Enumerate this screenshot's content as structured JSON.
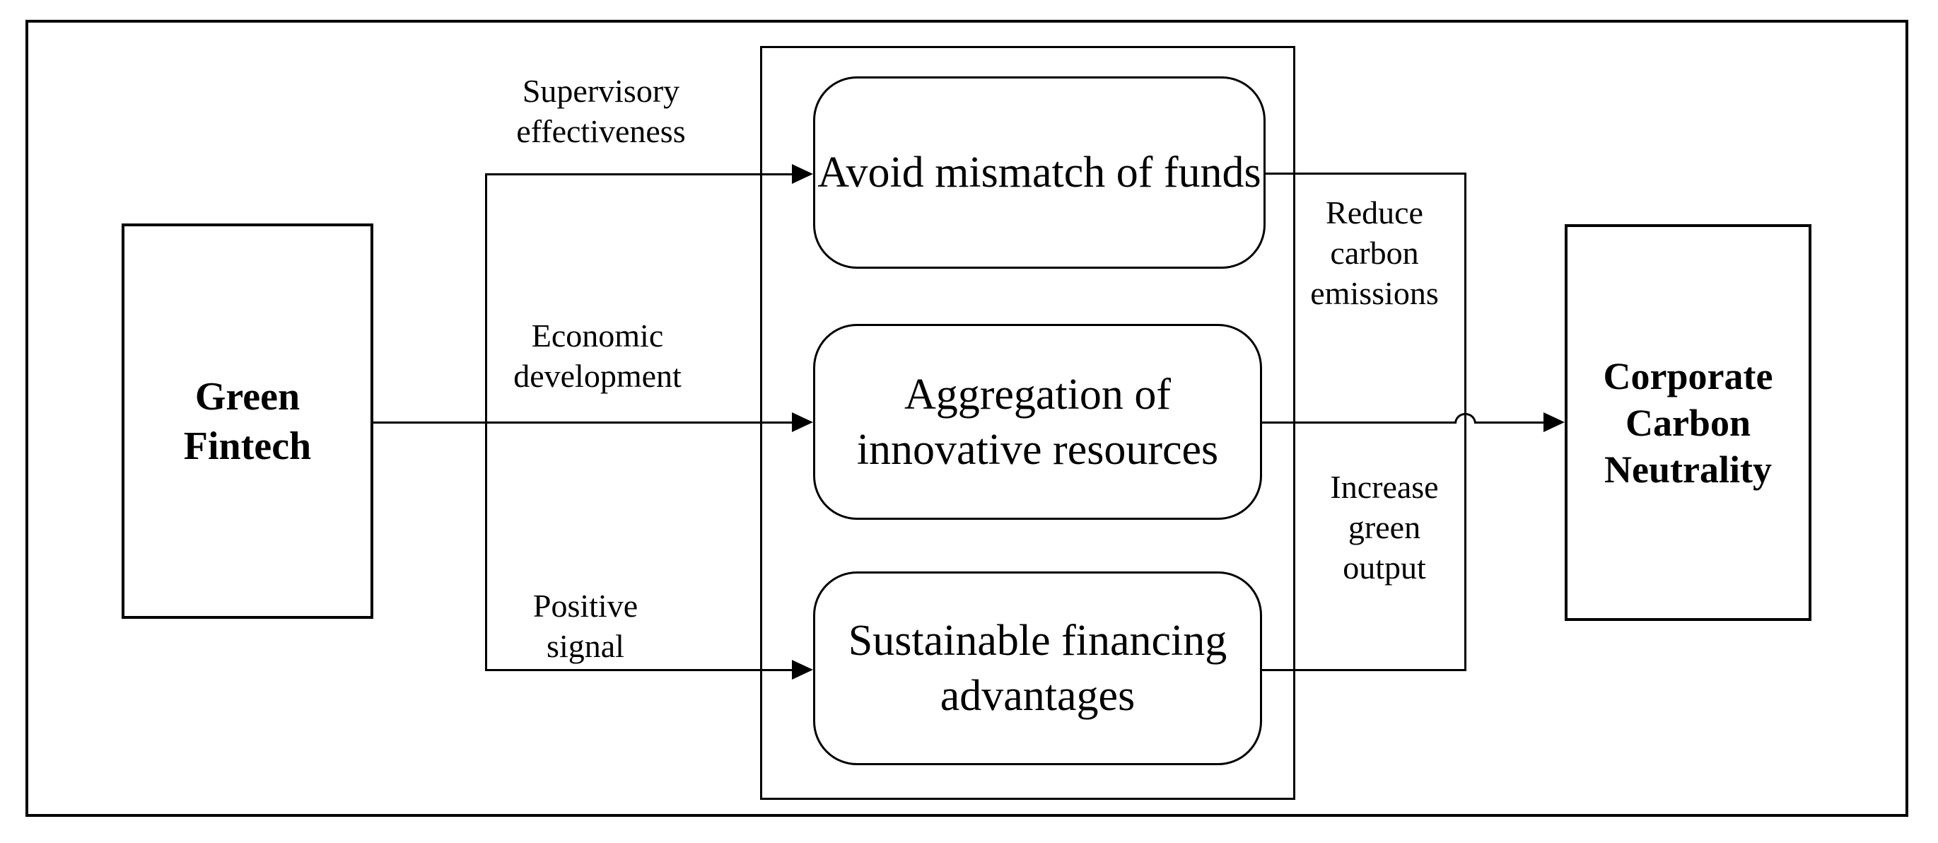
{
  "diagram": {
    "title": "Green fintech to corporate carbon neutrality mechanism diagram",
    "colors": {
      "line": "#000000",
      "background": "#ffffff",
      "text": "#000000"
    },
    "nodes": {
      "source": {
        "label": "Green\nFintech"
      },
      "target": {
        "label": "Corporate\nCarbon\nNeutrality"
      },
      "mechanisms": [
        {
          "label": "Avoid mismatch of funds"
        },
        {
          "label": "Aggregation of\ninnovative resources"
        },
        {
          "label": "Sustainable financing\nadvantages"
        }
      ]
    },
    "edge_labels": {
      "inputs": [
        {
          "text": "Supervisory\neffectiveness"
        },
        {
          "text": "Economic\ndevelopment"
        },
        {
          "text": "Positive\nsignal"
        }
      ],
      "outputs": [
        {
          "text": "Reduce\ncarbon\nemissions"
        },
        {
          "text": "Increase\ngreen\noutput"
        }
      ]
    }
  }
}
